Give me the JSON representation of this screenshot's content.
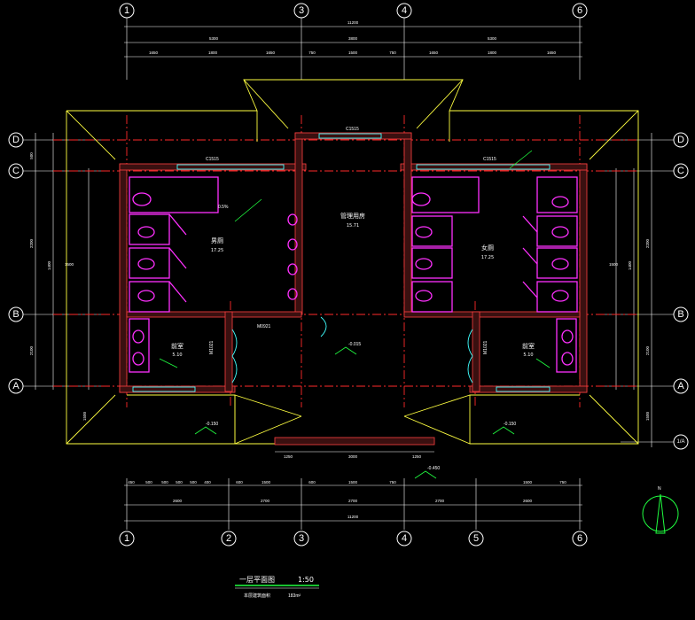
{
  "axes": {
    "columns": [
      "1",
      "3",
      "4",
      "6"
    ],
    "columns_bottom": [
      "1",
      "2",
      "3",
      "4",
      "5",
      "6"
    ],
    "rows": [
      "D",
      "C",
      "B",
      "A"
    ],
    "row_extra": "1/A"
  },
  "dims_top": {
    "overall": "11200",
    "row2": [
      "5300",
      "3800",
      "5300"
    ],
    "row3": [
      "1650",
      "1800",
      "1650",
      "750",
      "1500",
      "750",
      "1650",
      "1800",
      "1650"
    ]
  },
  "dims_bottom": {
    "row1": [
      "450",
      "500",
      "500",
      "500",
      "500",
      "400",
      "600",
      "1500",
      "600",
      "1500",
      "750",
      "1500",
      "750"
    ],
    "row2": [
      "2600",
      "2700",
      "2700",
      "2700",
      "2600"
    ],
    "overall": "11200",
    "center": [
      "1250",
      "3000",
      "1250"
    ]
  },
  "dims_left": [
    "500",
    "1400",
    "2200",
    "1500",
    "2100",
    "1500"
  ],
  "dims_right": [
    "1400",
    "2200",
    "1500",
    "2100",
    "1500"
  ],
  "rooms": {
    "men": {
      "name": "男厕",
      "area": "17.25"
    },
    "women": {
      "name": "女厕",
      "area": "17.25"
    },
    "mgmt": {
      "name": "管理用房",
      "area": "15.71"
    },
    "wash_left": {
      "name": "前室",
      "area": "5.10"
    },
    "wash_right": {
      "name": "前室",
      "area": "5.10"
    }
  },
  "labels": {
    "window_c1": "C1515",
    "window_c2": "C1515",
    "window_c3": "C1515",
    "door_m1": "M1021",
    "door_m2": "M1021",
    "door_m0921": "M0921",
    "level_1": "-0.015",
    "level_2": "-0.150",
    "level_3": "-0.150",
    "level_4": "-0.450",
    "slope": "0.5%",
    "north": "N"
  },
  "title": {
    "name": "一层平面图",
    "scale": "1:50",
    "sub": "本层建筑面积",
    "area": "183m²"
  },
  "colors": {
    "wall": "#ff4040",
    "grid": "#ff2a2a",
    "fixtures": "#ff30ff",
    "roof": "#ffff40",
    "windows": "#40ffff",
    "annotations": "#20ff40"
  }
}
